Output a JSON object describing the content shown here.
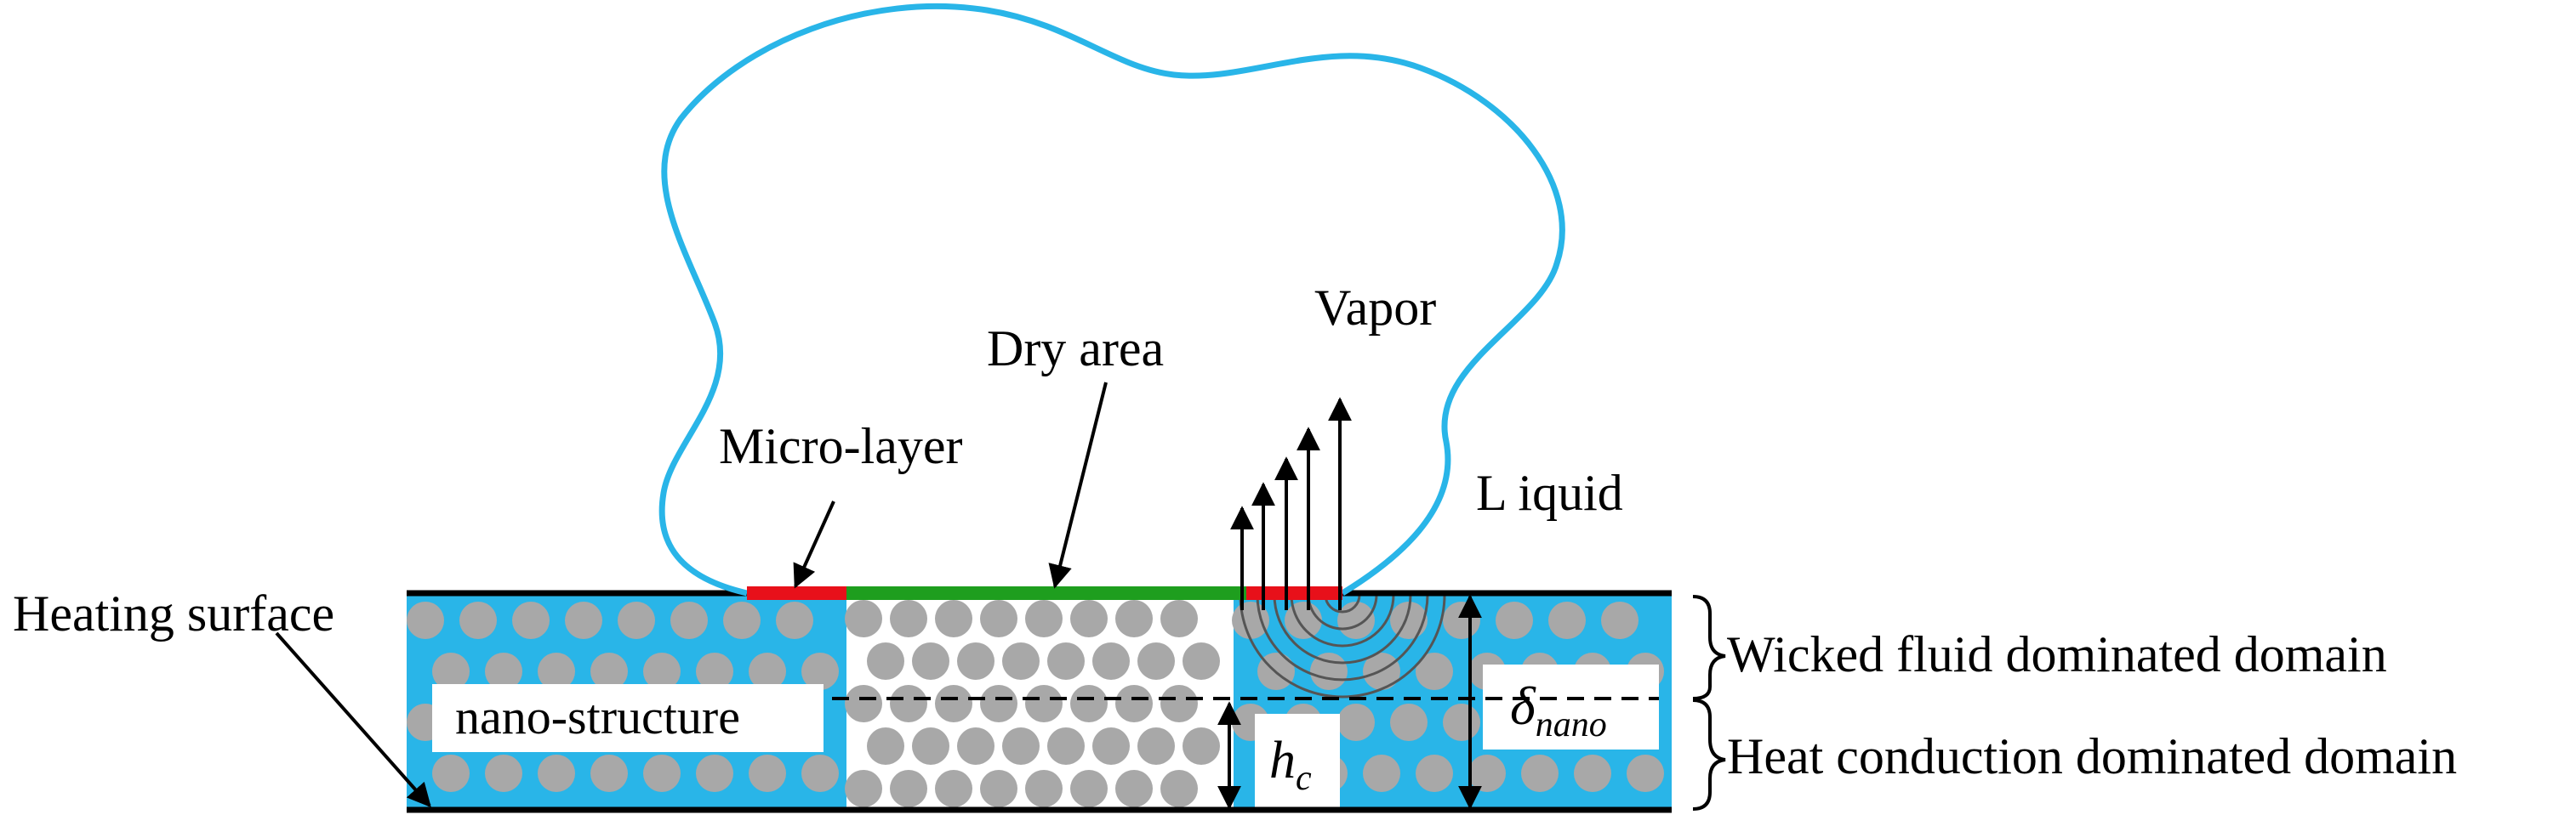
{
  "labels": {
    "vapor": "Vapor",
    "dry_area": "Dry area",
    "micro_layer": "Micro-layer",
    "liquid": "L iquid",
    "heating_surface": "Heating surface",
    "nano_structure": "nano-structure",
    "wicked_domain": "Wicked fluid dominated domain",
    "heat_conduction_domain": "Heat conduction dominated domain",
    "hc_symbol": "h",
    "hc_subscript": "c",
    "delta_symbol": "δ",
    "delta_subscript": "nano"
  },
  "colors": {
    "bubble_outline": "#29B5E8",
    "wicked_fluid": "#29B5E8",
    "particle": "#A8A8A8",
    "micro_layer": "#E8101A",
    "dry_area": "#1E9E1E",
    "line": "#000000"
  }
}
